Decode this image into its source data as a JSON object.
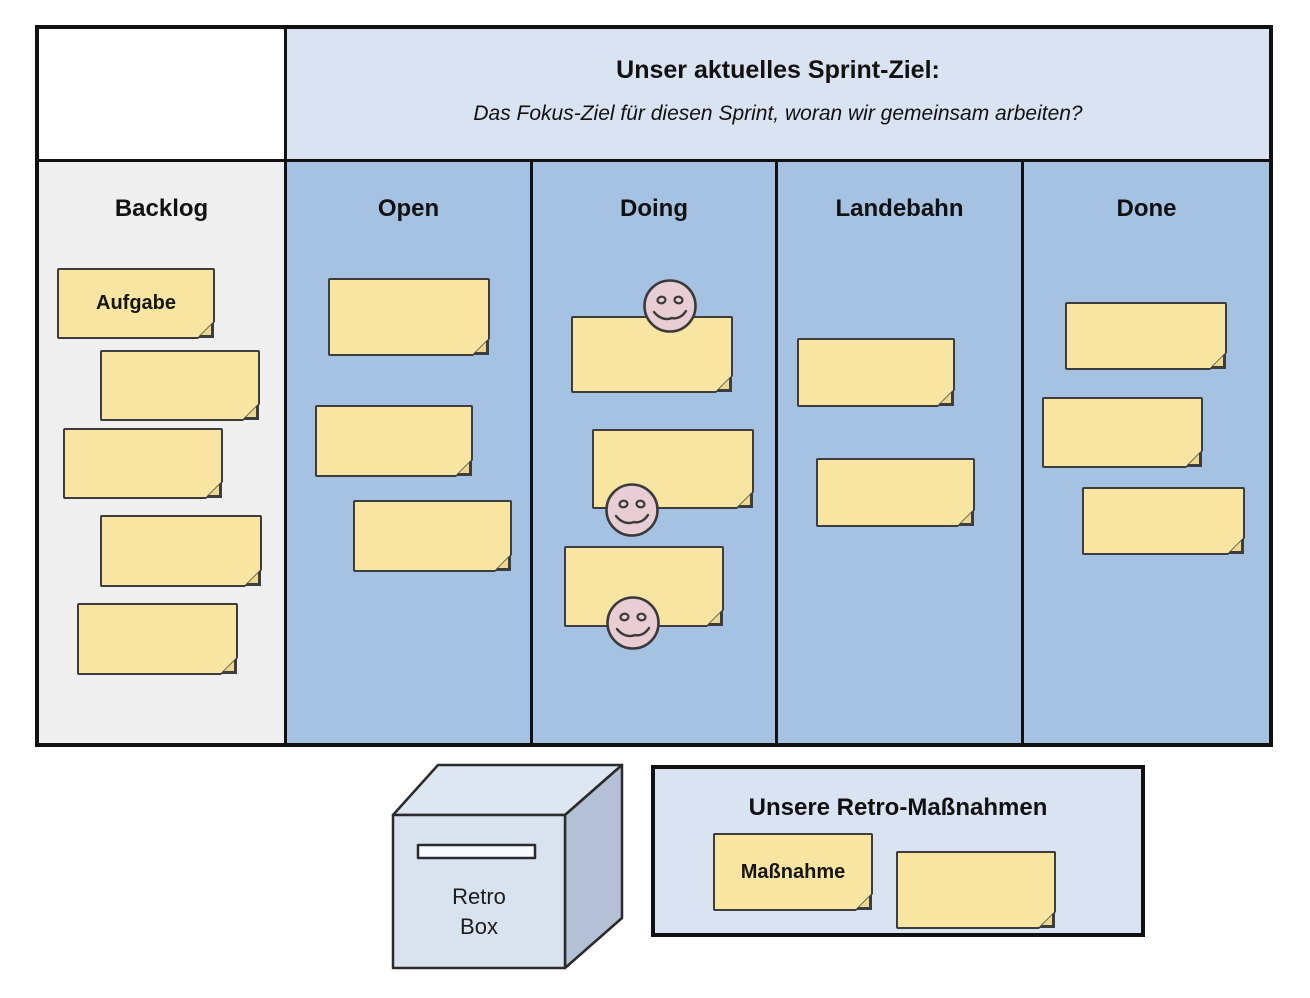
{
  "header": {
    "title": "Unser aktuelles Sprint-Ziel:",
    "subtitle": "Das Fokus-Ziel für diesen Sprint, woran wir gemeinsam arbeiten?"
  },
  "board": {
    "columns": [
      {
        "label": "Backlog",
        "note_label": "Aufgabe",
        "note_count": 5
      },
      {
        "label": "Open",
        "note_count": 3
      },
      {
        "label": "Doing",
        "note_count": 3,
        "smiley_count": 3
      },
      {
        "label": "Landebahn",
        "note_count": 2
      },
      {
        "label": "Done",
        "note_count": 3
      }
    ]
  },
  "retro_box": {
    "line1": "Retro",
    "line2": "Box"
  },
  "retro_actions": {
    "title": "Unsere Retro-Maßnahmen",
    "note_label": "Maßnahme",
    "note_count": 2
  },
  "colors": {
    "blue": "#a5c2e3",
    "gray": "#efefef",
    "headerblue": "#dae3f2",
    "yellow": "#f8e5a2",
    "noteborder": "#3d3d3d",
    "pink": "#e9cdd4",
    "line": "#111111",
    "boxfront": "#d9e3f0",
    "boxtop": "#dee6f2",
    "boxside": "#b4c0d6"
  }
}
